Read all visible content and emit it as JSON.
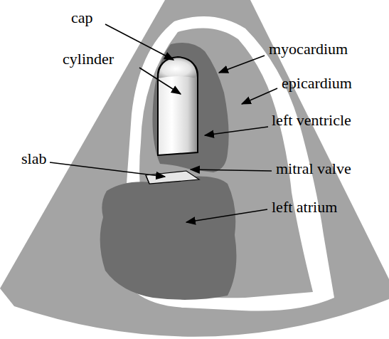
{
  "diagram": {
    "labels": [
      "cap",
      "cylinder",
      "slab",
      "myocardium",
      "epicardium",
      "left ventricle",
      "mitral valve",
      "left atrium"
    ]
  }
}
